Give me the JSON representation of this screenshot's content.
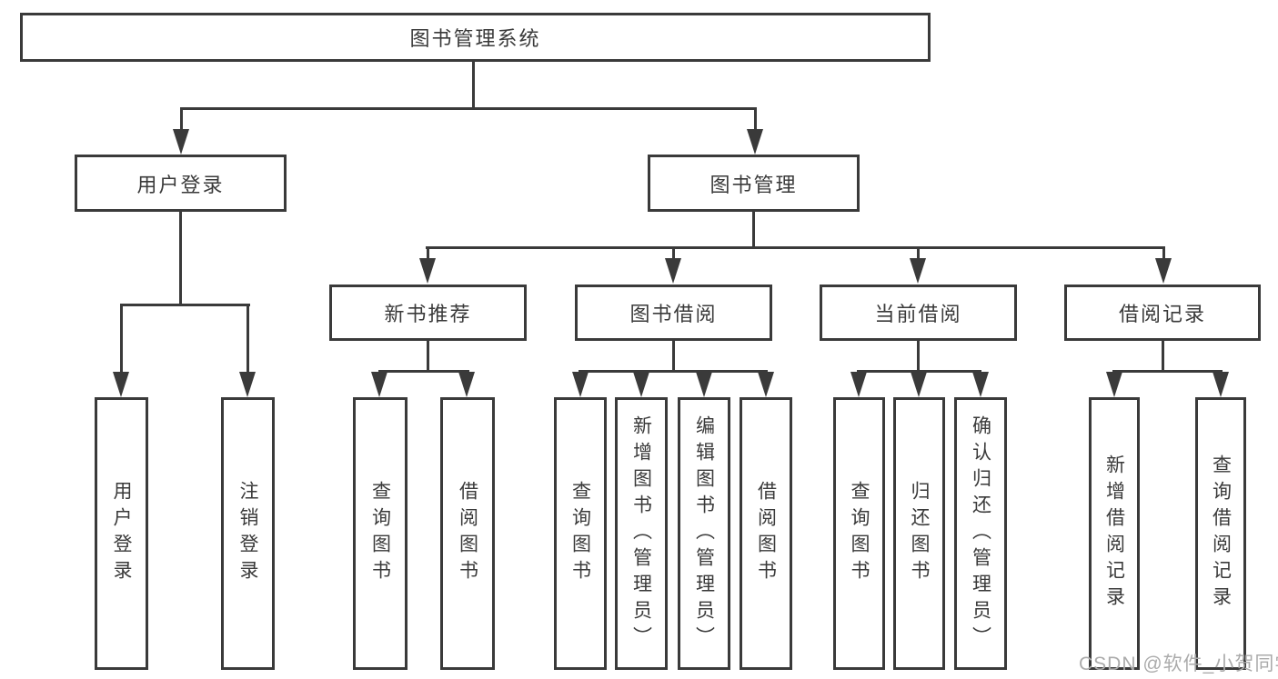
{
  "tree": {
    "root": {
      "label": "图书管理系统",
      "children": [
        {
          "label": "用户登录",
          "children": [
            {
              "label": "用户登录"
            },
            {
              "label": "注销登录"
            }
          ]
        },
        {
          "label": "图书管理",
          "children": [
            {
              "label": "新书推荐",
              "children": [
                {
                  "label": "查询图书"
                },
                {
                  "label": "借阅图书"
                }
              ]
            },
            {
              "label": "图书借阅",
              "children": [
                {
                  "label": "查询图书"
                },
                {
                  "label": "新增图书（管理员）"
                },
                {
                  "label": "编辑图书（管理员）"
                },
                {
                  "label": "借阅图书"
                }
              ]
            },
            {
              "label": "当前借阅",
              "children": [
                {
                  "label": "查询图书"
                },
                {
                  "label": "归还图书"
                },
                {
                  "label": "确认归还（管理员）"
                }
              ]
            },
            {
              "label": "借阅记录",
              "children": [
                {
                  "label": "新增借阅记录"
                },
                {
                  "label": "查询借阅记录"
                }
              ]
            }
          ]
        }
      ]
    }
  },
  "watermark": "CSDN @软件_小贺同学",
  "colors": {
    "line": "#3a3a3a",
    "box_background": "#ffffff",
    "text": "#3a3a3a",
    "watermark": "#ababab"
  }
}
